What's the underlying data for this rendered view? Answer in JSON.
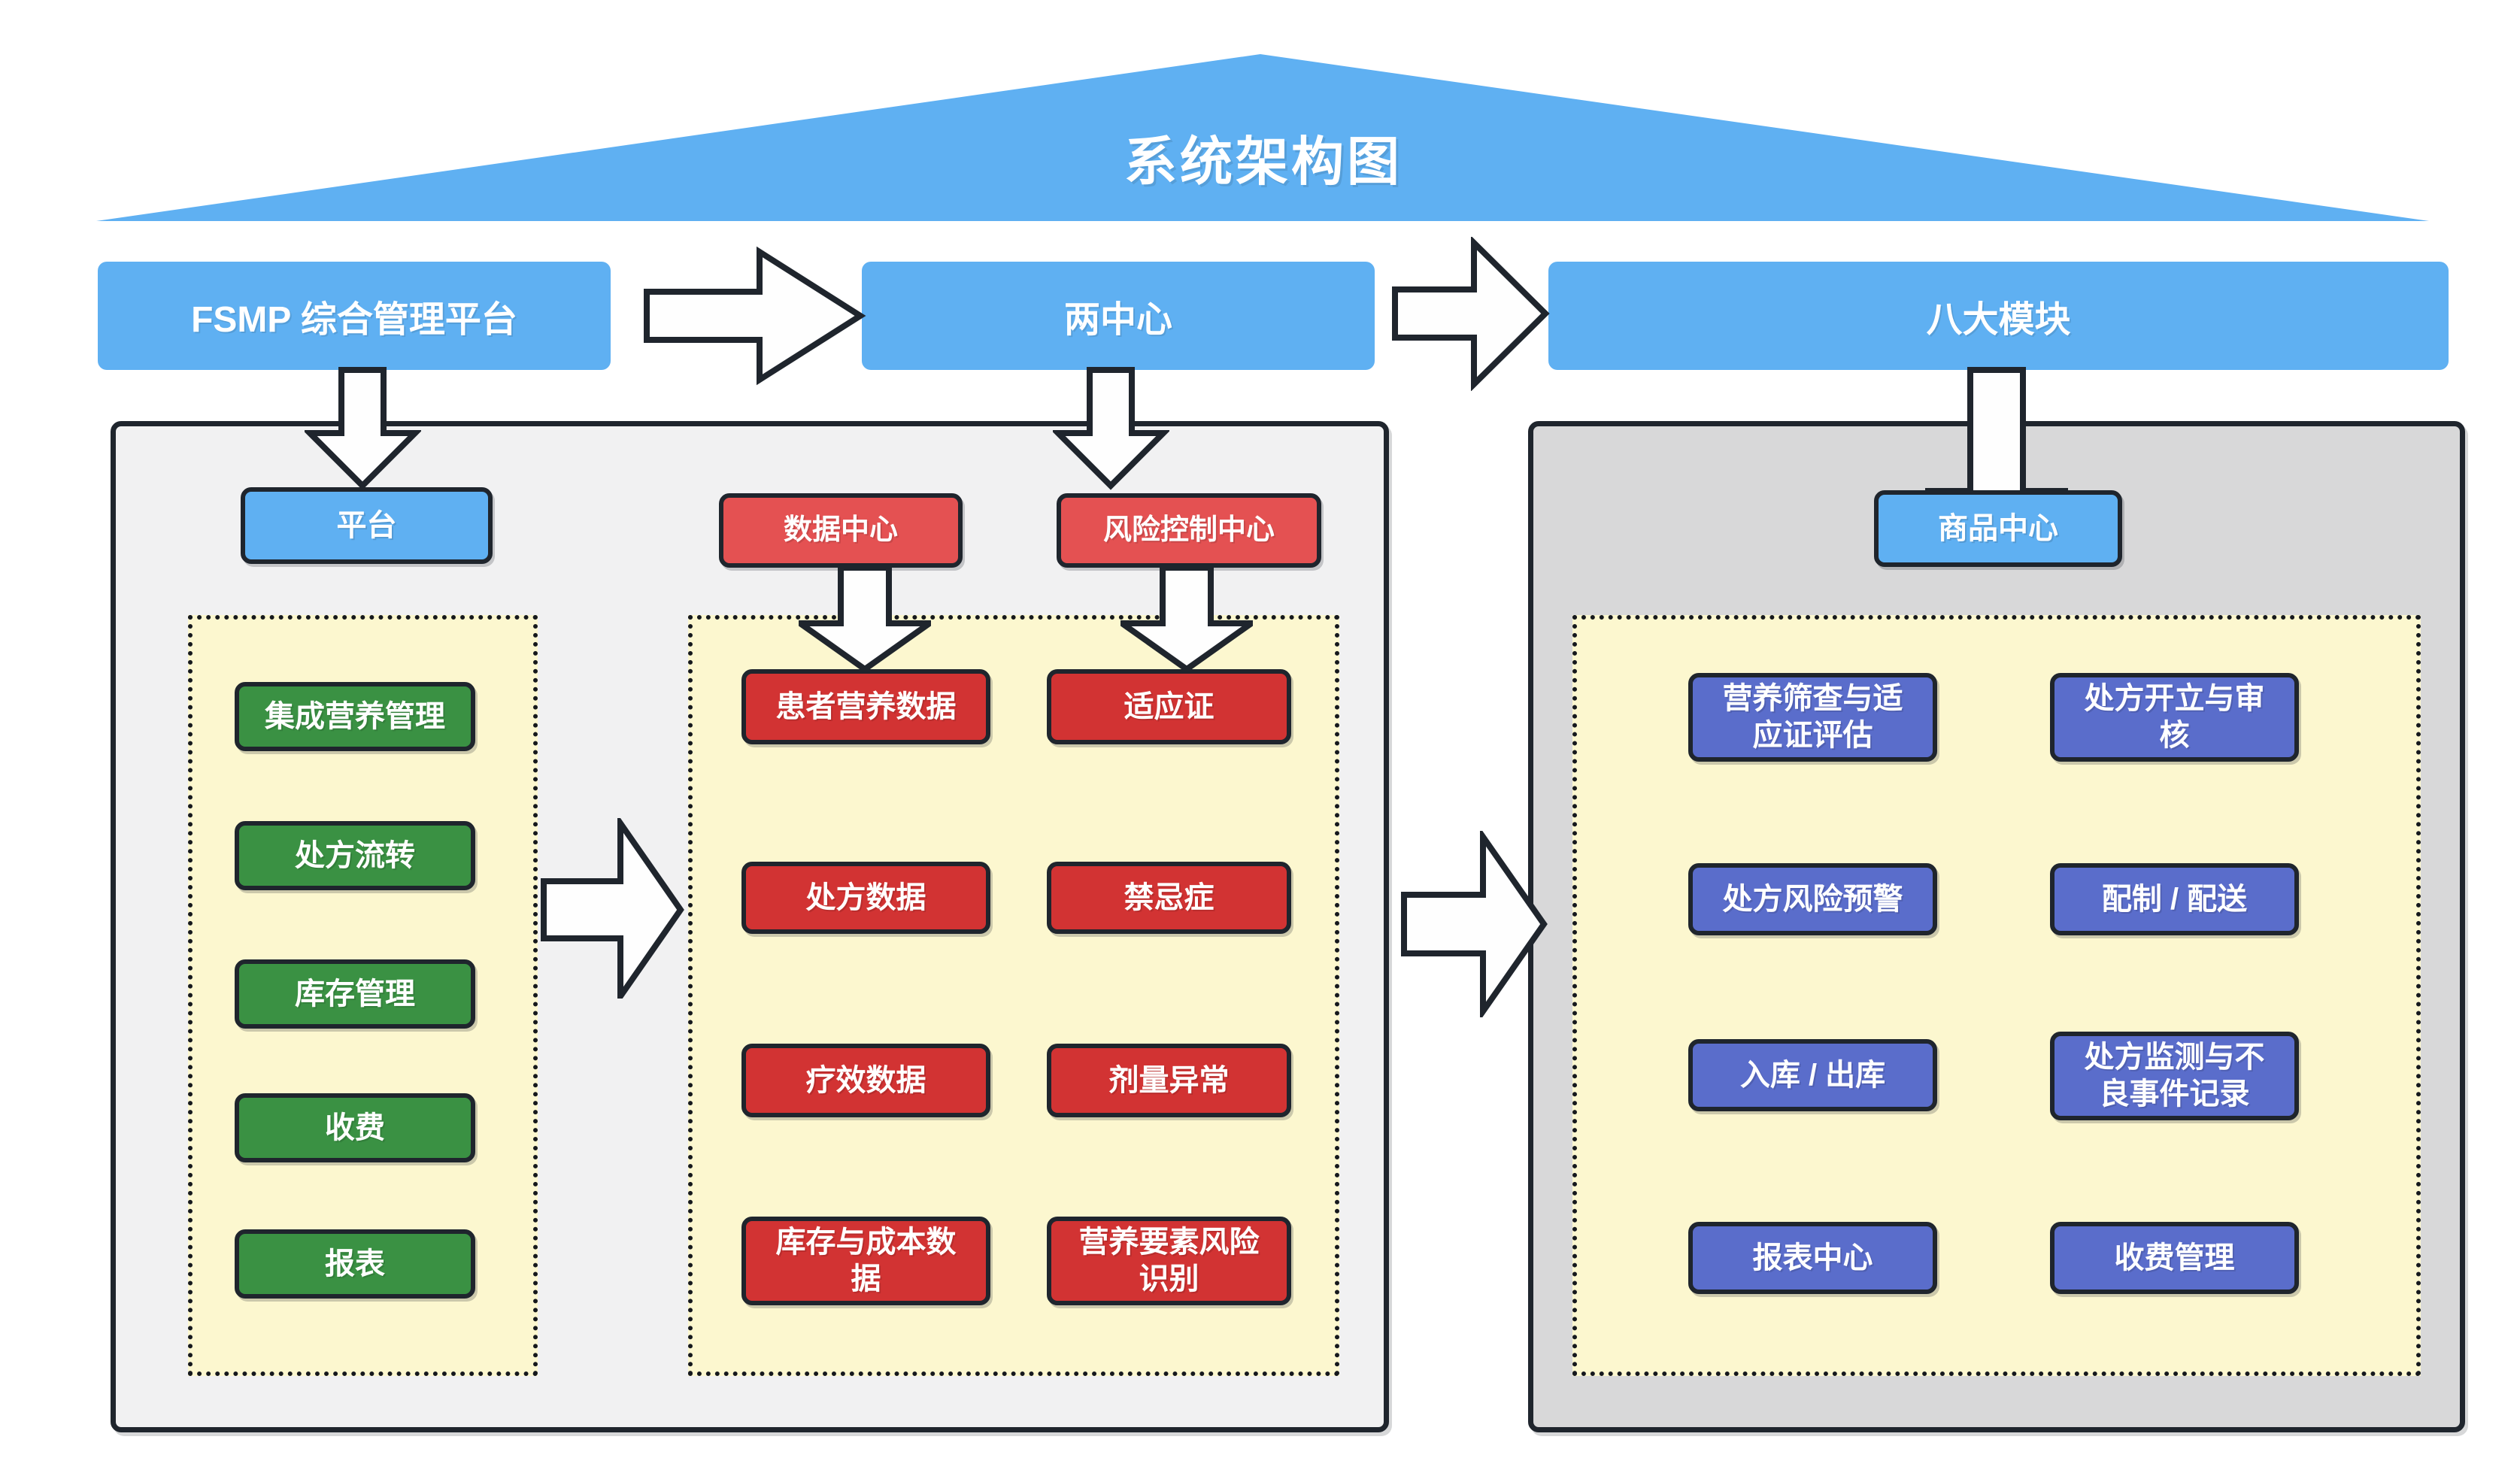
{
  "title": "系统架构图",
  "headers": {
    "platform": "FSMP 综合管理平台",
    "centers": "两中心",
    "modules": "八大模块"
  },
  "left_panel": {
    "platform_tag": "平台",
    "modules": [
      "集成营养管理",
      "处方流转",
      "库存管理",
      "收费",
      "报表"
    ]
  },
  "centers_section": {
    "data_center": "数据中心",
    "risk_center": "风险控制中心",
    "data_items": [
      "患者营养数据",
      "处方数据",
      "疗效数据",
      "库存与成本数据"
    ],
    "risk_items": [
      "适应证",
      "禁忌症",
      "剂量异常",
      "营养要素风险识别"
    ]
  },
  "modules_panel": {
    "product_center": "商品中心",
    "items_left": [
      "营养筛查与适应证评估",
      "处方风险预警",
      "入库 / 出库",
      "报表中心"
    ],
    "items_right": [
      "处方开立与审核",
      "配制 / 配送",
      "处方监测与不良事件记录",
      "收费管理"
    ]
  },
  "colors": {
    "banner_blue": "#5FB0F2",
    "green_node": "#3A9143",
    "red_center_node": "#E45152",
    "red_data_node": "#D23333",
    "indigo_module_node": "#5A6DCB",
    "yellow_group_bg": "#FCF7CF",
    "left_panel_bg": "#F1F1F2",
    "right_panel_bg": "#D8D8D9",
    "outline_dark": "#1F252D",
    "arrow_fill": "#FEFEFE"
  }
}
